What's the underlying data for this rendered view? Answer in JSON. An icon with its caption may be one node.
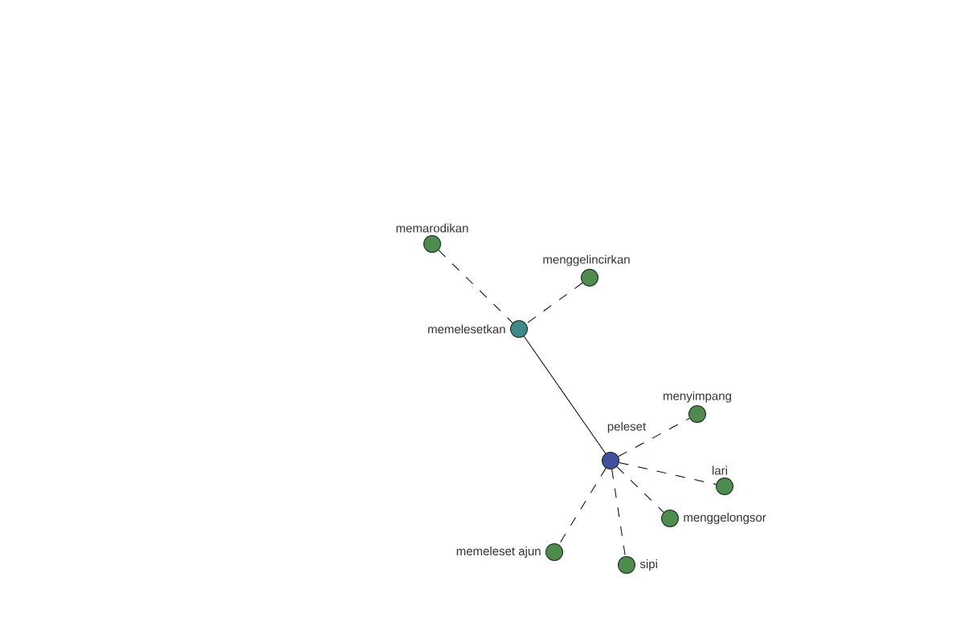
{
  "diagram": {
    "nodes": [
      {
        "text": [
          "memarodikan"
        ]
      },
      {
        "text": [
          "menggelincirkan"
        ]
      },
      {
        "text": [
          "memelesetkan"
        ]
      },
      {
        "text": [
          "peleset"
        ]
      },
      {
        "text": [
          "menyimpang"
        ]
      },
      {
        "text": [
          "lari"
        ]
      },
      {
        "text": [
          "menggelongsor"
        ]
      },
      {
        "text": [
          "memeleset ajun"
        ]
      },
      {
        "text": [
          "sipi"
        ]
      }
    ],
    "edges": [
      {
        "from": 0,
        "to": 2,
        "arrow": "none",
        "style": "dashed"
      },
      {
        "from": 1,
        "to": 2,
        "arrow": "none",
        "style": "dashed"
      },
      {
        "from": 2,
        "to": 3,
        "arrow": "none"
      },
      {
        "from": 3,
        "to": 4,
        "arrow": "none",
        "style": "dashed"
      },
      {
        "from": 3,
        "to": 5,
        "arrow": "none",
        "style": "dashed"
      },
      {
        "from": 3,
        "to": 6,
        "arrow": "none",
        "style": "dashed"
      },
      {
        "from": 3,
        "to": 7,
        "arrow": "none",
        "style": "dashed"
      },
      {
        "from": 3,
        "to": 8,
        "arrow": "none",
        "style": "dashed"
      }
    ]
  }
}
